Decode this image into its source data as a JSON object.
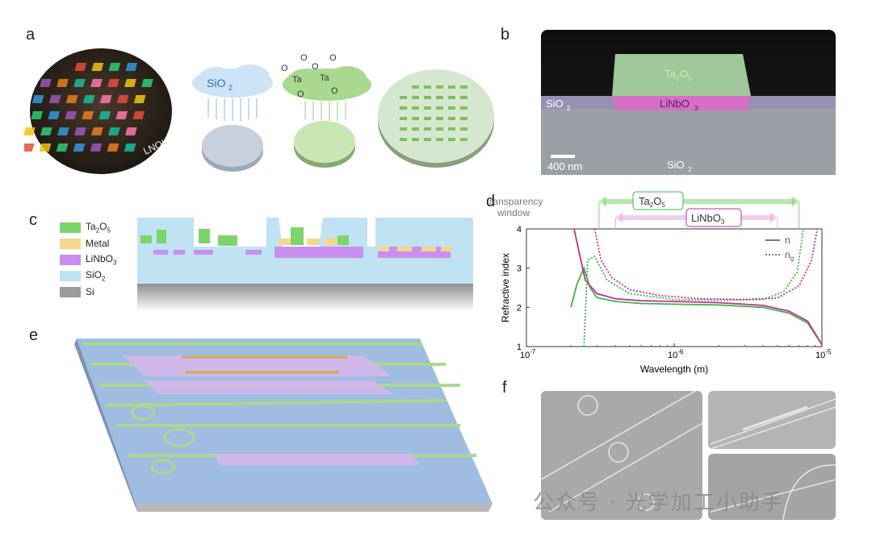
{
  "panels": {
    "a": "a",
    "b": "b",
    "c": "c",
    "d": "d",
    "e": "e",
    "f": "f"
  },
  "panel_a": {
    "wafer_label": "LNOI",
    "cloud_sio2_base": "SiO",
    "cloud_sio2_sub": "2",
    "chem": {
      "o": "O",
      "ta": "Ta"
    }
  },
  "panel_b": {
    "ta2o5": {
      "base": "Ta",
      "s1": "2",
      "mid": "O",
      "s2": "5"
    },
    "linbo3": {
      "base": "LiNbO",
      "sub": "3"
    },
    "sio2_left": {
      "base": "SiO",
      "sub": "2"
    },
    "sio2_bottom": {
      "base": "SiO",
      "sub": "2"
    },
    "scale": "400 nm"
  },
  "panel_c": {
    "legend": [
      {
        "label": "Ta",
        "sub": "2",
        "label2": "O",
        "sub2": "5",
        "color": "#7dd46b"
      },
      {
        "label": "Metal",
        "sub": "",
        "label2": "",
        "sub2": "",
        "color": "#f6d58d"
      },
      {
        "label": "LiNbO",
        "sub": "3",
        "label2": "",
        "sub2": "",
        "color": "#c98ef0"
      },
      {
        "label": "SiO",
        "sub": "2",
        "label2": "",
        "sub2": "",
        "color": "#bfe3f3"
      },
      {
        "label": "Si",
        "sub": "",
        "label2": "",
        "sub2": "",
        "color": "#9c9c9c"
      }
    ]
  },
  "chart_data": {
    "type": "line",
    "xlabel": "Wavelength (m)",
    "ylabel": "Refractive index",
    "xscale": "log",
    "xlim": [
      1e-07,
      1e-05
    ],
    "ylim": [
      1,
      4
    ],
    "xticks": [
      {
        "base": "10",
        "exp": "-7"
      },
      {
        "base": "10",
        "exp": "-6"
      },
      {
        "base": "10",
        "exp": "-5"
      }
    ],
    "yticks": [
      "1",
      "2",
      "3",
      "4"
    ],
    "legend": {
      "n": "n",
      "ng_base": "n",
      "ng_sub": "g"
    },
    "transparency": {
      "label1": "Transparency",
      "label2": "window",
      "ta2o5": {
        "range": [
          3.1e-07,
          7e-06
        ],
        "base": "Ta",
        "s1": "2",
        "mid": "O",
        "s2": "5",
        "color": "#7dd46b"
      },
      "linbo3": {
        "range": [
          4e-07,
          5e-06
        ],
        "base": "LiNbO",
        "sub": "3",
        "color": "#b0379b"
      }
    },
    "series": [
      {
        "name": "Ta2O5 n",
        "style": "solid",
        "color": "#3cb449",
        "x": [
          2e-07,
          2.2e-07,
          2.45e-07,
          2.7e-07,
          3e-07,
          4e-07,
          6e-07,
          1e-06,
          2e-06,
          4e-06,
          6e-06,
          8e-06,
          1e-05
        ],
        "y": [
          2.0,
          2.6,
          3.0,
          2.5,
          2.25,
          2.15,
          2.1,
          2.08,
          2.06,
          2.0,
          1.85,
          1.6,
          1.05
        ]
      },
      {
        "name": "LiNbO3 n",
        "style": "solid",
        "color": "#c22f8f",
        "x": [
          2.1e-07,
          2.5e-07,
          3e-07,
          4e-07,
          6e-07,
          1e-06,
          2e-06,
          4e-06,
          6e-06,
          8e-06,
          1e-05
        ],
        "y": [
          4.0,
          2.7,
          2.35,
          2.22,
          2.17,
          2.15,
          2.12,
          2.05,
          1.9,
          1.65,
          1.05
        ]
      },
      {
        "name": "Ta2O5 ng",
        "style": "dotted",
        "color": "#3cb449",
        "x": [
          2.45e-07,
          2.6e-07,
          2.9e-07,
          3.5e-07,
          5e-07,
          1e-06,
          2e-06,
          4e-06,
          5.5e-06,
          6.8e-06,
          7.5e-06
        ],
        "y": [
          1.0,
          3.2,
          3.3,
          2.7,
          2.35,
          2.2,
          2.18,
          2.2,
          2.4,
          2.9,
          4.0
        ]
      },
      {
        "name": "LiNbO3 ng",
        "style": "dotted",
        "color": "#c22f8f",
        "x": [
          2.9e-07,
          3.2e-07,
          3.8e-07,
          5e-07,
          8e-07,
          1.5e-06,
          3e-06,
          5e-06,
          7e-06,
          8.5e-06,
          9.3e-06
        ],
        "y": [
          4.0,
          3.2,
          2.75,
          2.45,
          2.3,
          2.22,
          2.2,
          2.24,
          2.55,
          3.2,
          4.0
        ]
      }
    ]
  },
  "watermark": "公众号 · 光学加工小助手"
}
